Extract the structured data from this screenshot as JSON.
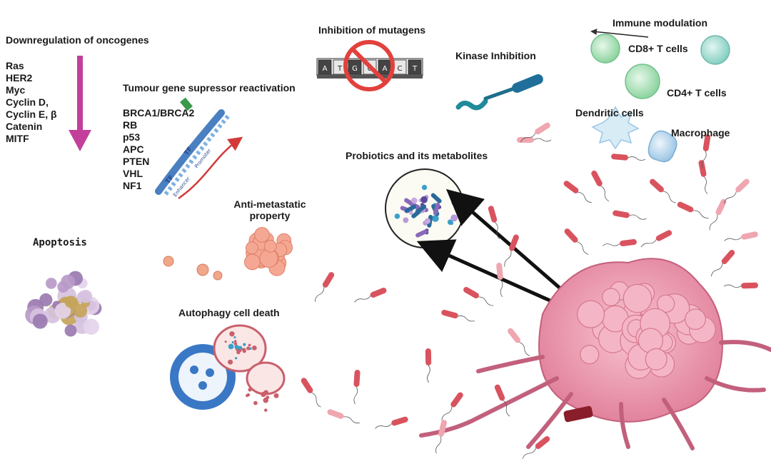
{
  "oncogenes": {
    "title": "Downregulation of oncogenes",
    "items": [
      "Ras",
      "HER2",
      "Myc",
      "Cyclin D,",
      "Cyclin E, β",
      "Catenin",
      " MITF"
    ]
  },
  "suppressor": {
    "title": "Tumour gene supressor reactivation",
    "items": [
      "BRCA1/BRCA2",
      "RB",
      "p53",
      "APC",
      "PTEN",
      "VHL",
      "NF1"
    ],
    "dna_labels": [
      "TF",
      "TF",
      "Enhancer",
      "Promoter"
    ]
  },
  "mutagens": {
    "title": "Inhibition of mutagens",
    "bases": [
      "A",
      "T",
      "G",
      "C",
      "A",
      "C",
      "T"
    ]
  },
  "kinase": {
    "title": "Kinase Inhibition"
  },
  "immune": {
    "title": "Immune modulation",
    "cd8": "CD8+ T cells",
    "cd4": "CD4+ T cells",
    "dendritic": "Dendritic cells",
    "macrophage": "Macrophage"
  },
  "probiotics": {
    "title": "Probiotics and its metabolites"
  },
  "apoptosis": {
    "title": "Apoptosis"
  },
  "metastatic": {
    "title_line1": "Anti-metastatic",
    "title_line2": "property"
  },
  "autophagy": {
    "title": "Autophagy cell death"
  },
  "colors": {
    "magenta_arrow": "#c2409a",
    "bacteria": "#d9535f",
    "tumor": "#f0a0b4",
    "immune_green": "#a8e0b4",
    "immune_blue": "#b8d8ee",
    "apoptosis_purple": "#b89ac8",
    "apoptosis_gold": "#c4a45a",
    "autophagy_blue": "#3a78c6"
  }
}
